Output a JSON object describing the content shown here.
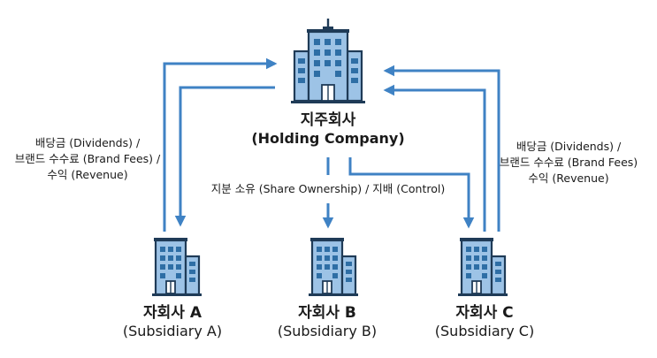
{
  "nodes": {
    "holding": {
      "title": "지주회사",
      "subtitle": "(Holding Company)"
    },
    "sub_a": {
      "title": "자회사 A",
      "subtitle": "(Subsidiary A)"
    },
    "sub_b": {
      "title": "자회사 B",
      "subtitle": "(Subsidiary B)"
    },
    "sub_c": {
      "title": "자회사 C",
      "subtitle": "(Subsidiary C)"
    }
  },
  "edges": {
    "left_upflow": {
      "line1": "배당금 (Dividends) /",
      "line2": "브랜드 수수료 (Brand Fees) /",
      "line3": "수익 (Revenue)"
    },
    "right_upflow": {
      "line1": "배당금 (Dividends) /",
      "line2": "브랜드 수수료 (Brand Fees)",
      "line3": "수익 (Revenue)"
    },
    "control": {
      "text": "지분 소유 (Share Ownership) / 지배 (Control)"
    }
  },
  "colors": {
    "arrow": "#3f82c4",
    "building_fill": "#9dc3e6",
    "building_stroke": "#1f3b57",
    "window": "#2e6ea5"
  },
  "icons": [
    "building-icon"
  ]
}
